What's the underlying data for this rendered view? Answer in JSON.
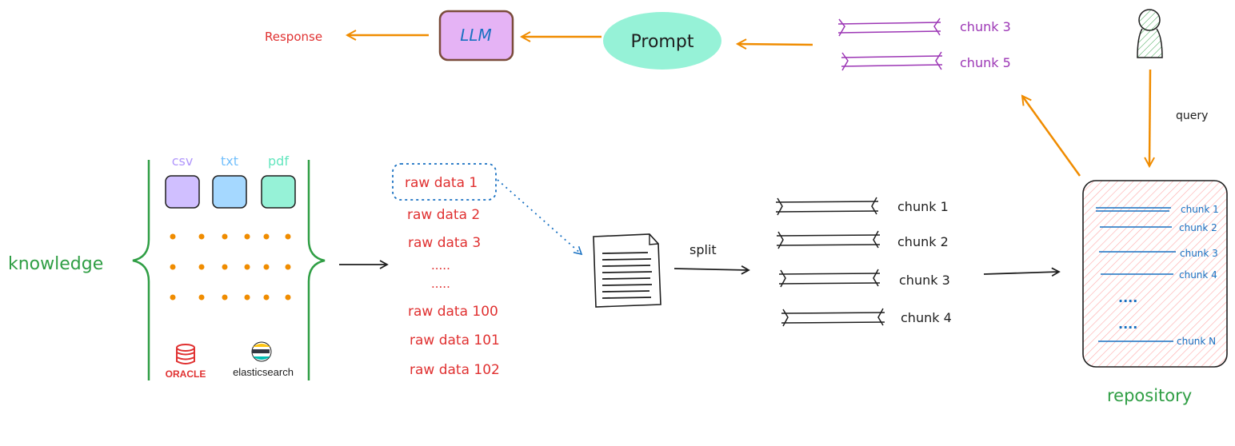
{
  "knowledge": {
    "label": "knowledge",
    "file_types": [
      "csv",
      "txt",
      "pdf"
    ],
    "source_logos": [
      "ORACLE",
      "elasticsearch"
    ]
  },
  "raw_data": {
    "items": [
      "raw data 1",
      "raw data 2",
      "raw data 3",
      ".....",
      ".....",
      "raw data 100",
      "raw data 101",
      "raw data 102"
    ]
  },
  "split": {
    "label": "split"
  },
  "chunks": {
    "items": [
      "chunk 1",
      "chunk 2",
      "chunk 3",
      "chunk 4"
    ]
  },
  "repository": {
    "label": "repository",
    "items": [
      "chunk 1",
      "chunk 2",
      "chunk 3",
      "chunk 4",
      "....",
      "....",
      "chunk N"
    ]
  },
  "query": {
    "label": "query"
  },
  "retrieved": {
    "items": [
      "chunk 3",
      "chunk 5"
    ]
  },
  "prompt": {
    "label": "Prompt"
  },
  "llm": {
    "label": "LLM"
  },
  "response": {
    "label": "Response"
  },
  "colors": {
    "green": "#2f9e44",
    "red": "#e03131",
    "purple": "#9c36b5",
    "blue": "#1971c2",
    "orange": "#f08c00",
    "ink": "#1e1e1e",
    "csv_fill": "#d0bfff",
    "txt_fill": "#a5d8ff",
    "pdf_fill": "#96f2d7",
    "prompt_fill": "#96f2d7",
    "llm_fill": "#e5b3f5",
    "repo_fill": "#ffe3e3",
    "user_fill": "#b2f2bb"
  }
}
